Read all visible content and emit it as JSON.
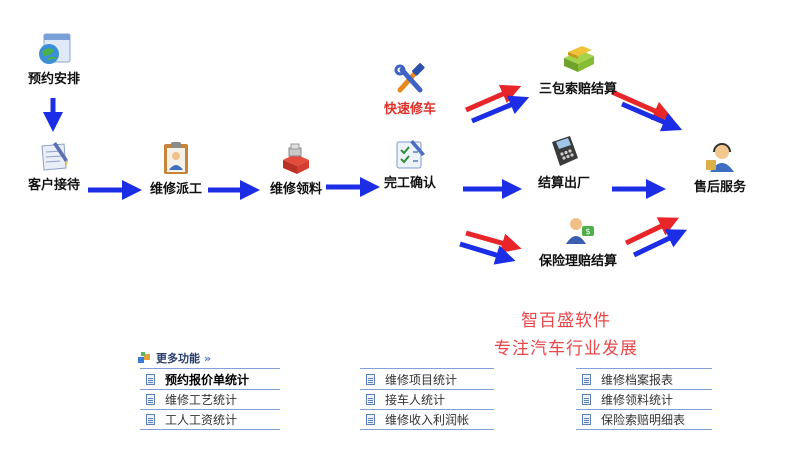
{
  "workflow": {
    "appointment": "预约安排",
    "reception": "客户接待",
    "dispatch": "维修派工",
    "materials": "维修领料",
    "completion": "完工确认",
    "quick_repair": "快速修车",
    "warranty_claim": "三包索赔结算",
    "settlement": "结算出厂",
    "insurance_claim": "保险理赔结算",
    "after_sales": "售后服务"
  },
  "brand": {
    "line1": "智百盛软件",
    "line2": "专注汽车行业发展"
  },
  "more": {
    "title": "更多功能",
    "col1": [
      "预约报价单统计",
      "维修工艺统计",
      "工人工资统计"
    ],
    "col2": [
      "维修项目统计",
      "接车人统计",
      "维修收入利润帐"
    ],
    "col3": [
      "维修档案报表",
      "维修领料统计",
      "保险索赔明细表"
    ]
  },
  "colors": {
    "blue_arrow": "#1c2de6",
    "red_arrow": "#e8262a",
    "brand_text": "#e8474a",
    "quick_repair_label": "#e0302a",
    "link_rule": "#7fa0d8"
  }
}
